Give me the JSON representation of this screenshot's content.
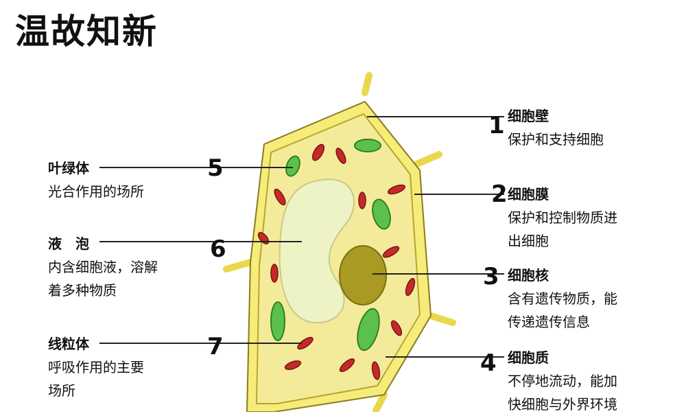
{
  "title": "温故知新",
  "labels": {
    "cell_wall": {
      "number": "1",
      "name": "细胞壁",
      "desc": [
        "保护和支持细胞"
      ]
    },
    "cell_membrane": {
      "number": "2",
      "name": "细胞膜",
      "desc": [
        "保护和控制物质进",
        "出细胞"
      ]
    },
    "nucleus": {
      "number": "3",
      "name": "细胞核",
      "desc": [
        "含有遗传物质，能",
        "传递遗传信息"
      ]
    },
    "cytoplasm": {
      "number": "4",
      "name": "细胞质",
      "desc": [
        "不停地流动，能加",
        "快细胞与外界环境"
      ]
    },
    "chloroplast": {
      "number": "5",
      "name": "叶绿体",
      "desc": [
        "光合作用的场所"
      ]
    },
    "vacuole": {
      "number": "6",
      "name": "液　泡",
      "desc": [
        "内含细胞液，溶解",
        "着多种物质"
      ]
    },
    "mitochondria": {
      "number": "7",
      "name": "线粒体",
      "desc": [
        "呼吸作用的主要",
        "场所"
      ]
    }
  },
  "colors": {
    "cell_wall_fill": "#f6ec7a",
    "cell_wall_stroke": "#8a7a1e",
    "cytoplasm_fill": "#f4eb9a",
    "vacuole_fill": "#eef3c6",
    "nucleus_fill": "#a89a22",
    "chloroplast_fill": "#5cc14a",
    "mitochondria_fill": "#c42a2a"
  }
}
